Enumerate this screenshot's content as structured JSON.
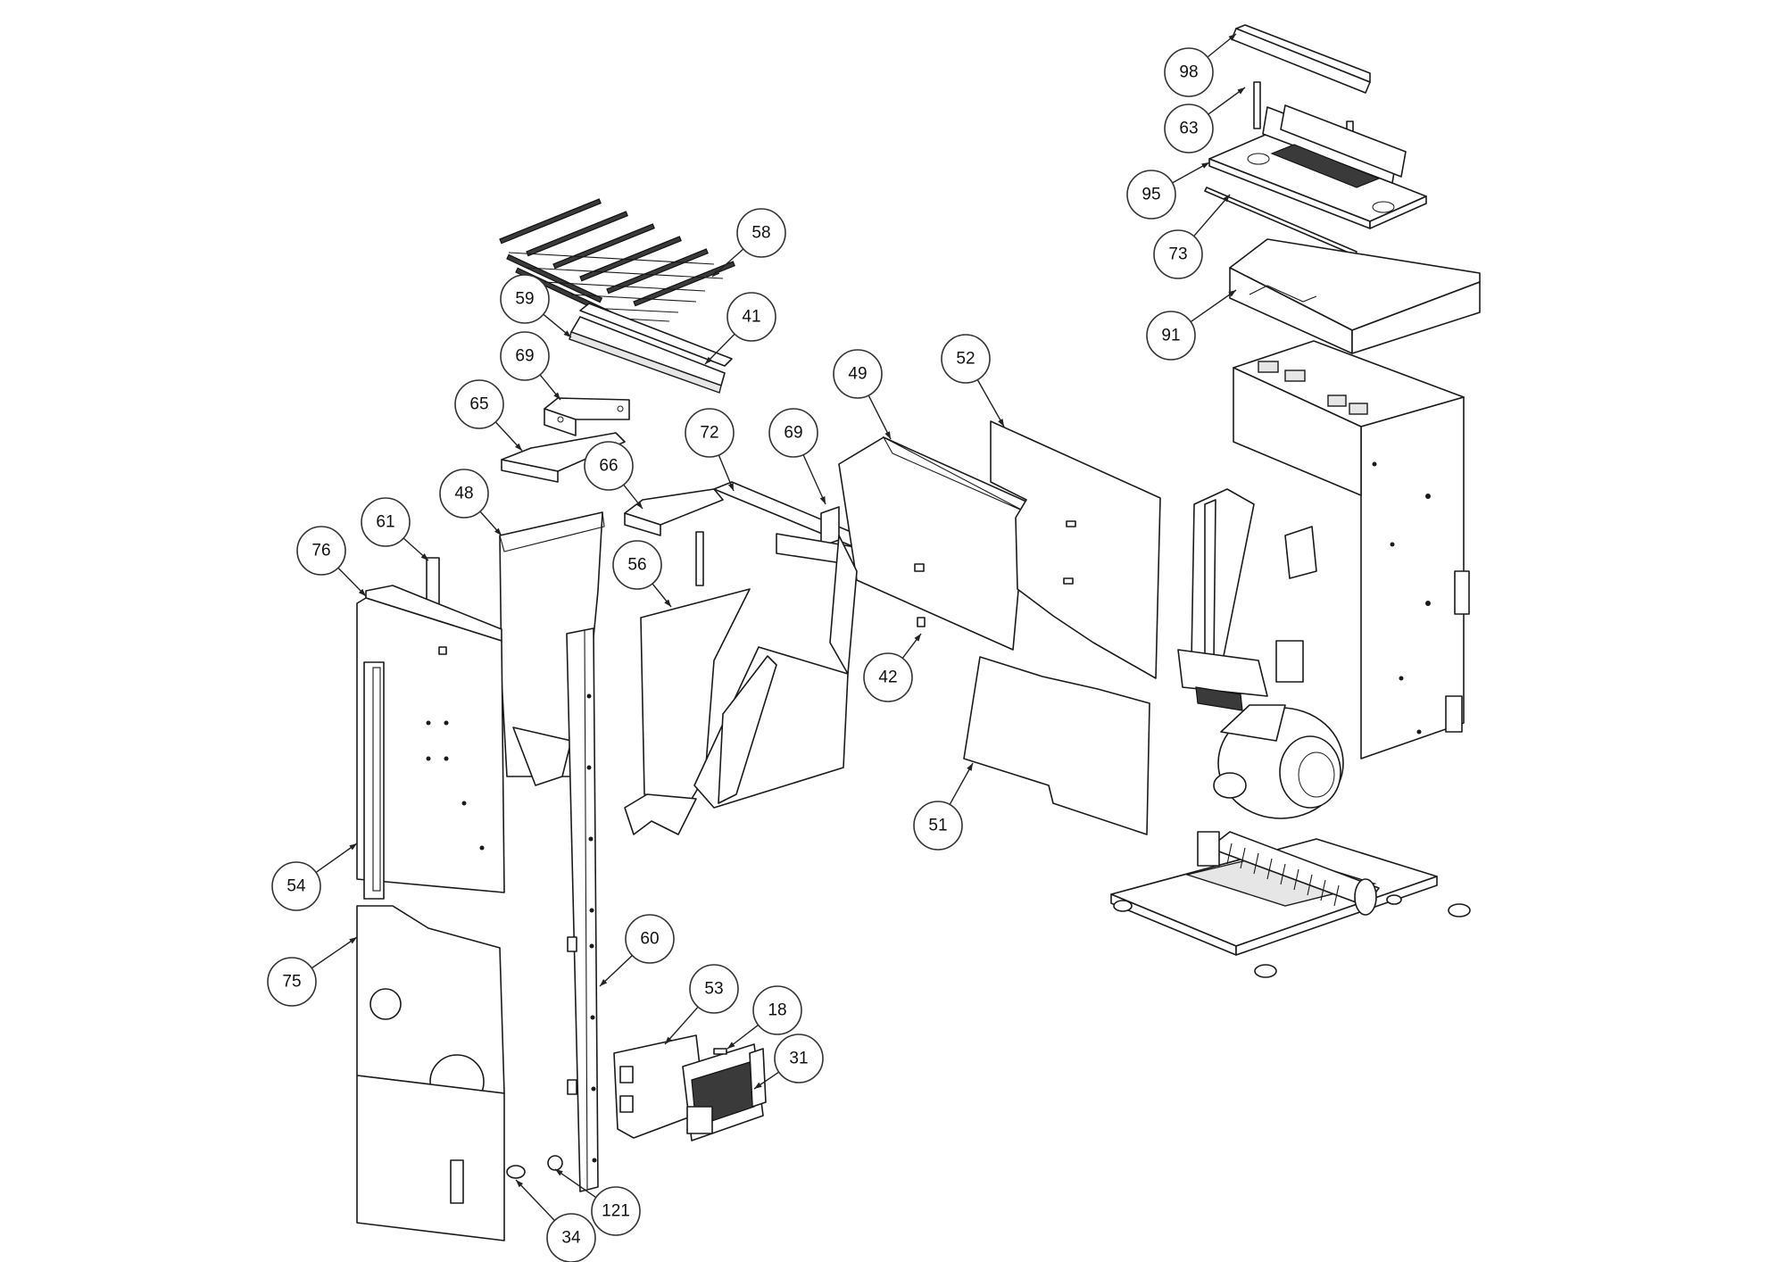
{
  "callouts": [
    {
      "label": "98"
    },
    {
      "label": "63"
    },
    {
      "label": "95"
    },
    {
      "label": "73"
    },
    {
      "label": "91"
    },
    {
      "label": "58"
    },
    {
      "label": "59"
    },
    {
      "label": "41"
    },
    {
      "label": "69"
    },
    {
      "label": "65"
    },
    {
      "label": "49"
    },
    {
      "label": "52"
    },
    {
      "label": "72"
    },
    {
      "label": "69"
    },
    {
      "label": "66"
    },
    {
      "label": "48"
    },
    {
      "label": "61"
    },
    {
      "label": "76"
    },
    {
      "label": "56"
    },
    {
      "label": "42"
    },
    {
      "label": "51"
    },
    {
      "label": "54"
    },
    {
      "label": "75"
    },
    {
      "label": "60"
    },
    {
      "label": "53"
    },
    {
      "label": "18"
    },
    {
      "label": "31"
    },
    {
      "label": "121"
    },
    {
      "label": "34"
    }
  ]
}
